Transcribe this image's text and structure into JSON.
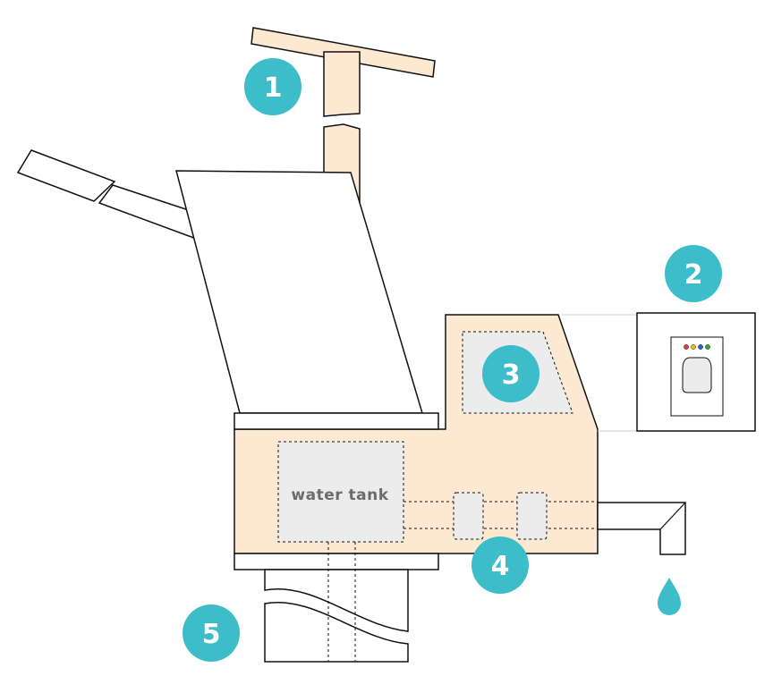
{
  "colors": {
    "beige": "#fde9d2",
    "gray_fill": "#ececec",
    "outline": "#111111",
    "teal": "#3dbdc9",
    "badge_text": "#ffffff",
    "tank_label": "#6b6b6b",
    "led_red": "#e53935",
    "led_yellow": "#f2c200",
    "led_blue": "#2f5fd0",
    "led_green": "#2eaa3c"
  },
  "labels": {
    "water_tank": "water tank"
  },
  "callouts": [
    {
      "id": "1",
      "label": "1"
    },
    {
      "id": "2",
      "label": "2"
    },
    {
      "id": "3",
      "label": "3"
    },
    {
      "id": "4",
      "label": "4"
    },
    {
      "id": "5",
      "label": "5"
    }
  ]
}
